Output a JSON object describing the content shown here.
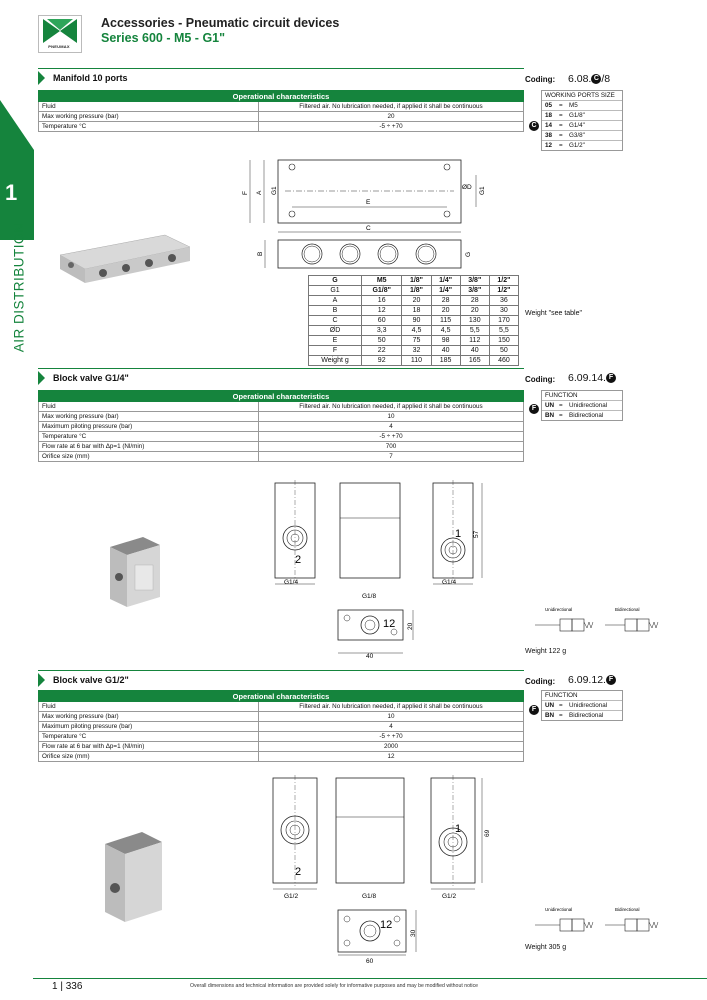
{
  "header": {
    "title": "Accessories - Pneumatic circuit devices",
    "subtitle": "Series 600 - M5 - G1\"",
    "logo_text": "PNEUMAX"
  },
  "sidebar": {
    "number": "1",
    "label": "AIR DISTRIBUTION"
  },
  "colors": {
    "brand": "#15843d"
  },
  "s1": {
    "title": "Manifold 10 ports",
    "coding_label": "Coding:",
    "coding_pre": "6.08.",
    "coding_badge": "C",
    "coding_post": "/8",
    "op_header": "Operational characteristics",
    "op": [
      [
        "Fluid",
        "Filtered air. No lubrication needed, if applied it shall be continuous"
      ],
      [
        "Max working pressure (bar)",
        "20"
      ],
      [
        "Temperature °C",
        "-5 ÷ +70"
      ]
    ],
    "code_badge": "C",
    "code_title": "WORKING PORTS SIZE",
    "codes": [
      [
        "05",
        "=",
        "M5"
      ],
      [
        "18",
        "=",
        "G1/8\""
      ],
      [
        "14",
        "=",
        "G1/4\""
      ],
      [
        "38",
        "=",
        "G3/8\""
      ],
      [
        "12",
        "=",
        "G1/2\""
      ]
    ],
    "dims": [
      [
        "G",
        "M5",
        "1/8\"",
        "1/4\"",
        "3/8\"",
        "1/2\""
      ],
      [
        "G1",
        "G1/8\"",
        "1/8\"",
        "1/4\"",
        "3/8\"",
        "1/2\""
      ],
      [
        "A",
        "16",
        "20",
        "28",
        "28",
        "36"
      ],
      [
        "B",
        "12",
        "18",
        "20",
        "20",
        "30"
      ],
      [
        "C",
        "60",
        "90",
        "115",
        "130",
        "170"
      ],
      [
        "ØD",
        "3,3",
        "4,5",
        "4,5",
        "5,5",
        "5,5"
      ],
      [
        "E",
        "50",
        "75",
        "98",
        "112",
        "150"
      ],
      [
        "F",
        "22",
        "32",
        "40",
        "40",
        "50"
      ],
      [
        "Weight g",
        "92",
        "110",
        "185",
        "165",
        "460"
      ]
    ],
    "weight": "Weight \"see table\"",
    "draw_labels": {
      "A": "A",
      "F": "F",
      "G1": "G1",
      "E": "E",
      "C": "C",
      "OD": "ØD",
      "B": "B",
      "G": "G"
    }
  },
  "s2": {
    "title": "Block valve G1/4\"",
    "coding_label": "Coding:",
    "coding_pre": "6.09.14.",
    "coding_badge": "F",
    "op_header": "Operational characteristics",
    "op": [
      [
        "Fluid",
        "Filtered air. No lubrication needed, if applied it shall be continuous"
      ],
      [
        "Max working pressure (bar)",
        "10"
      ],
      [
        "Maximum piloting pressure (bar)",
        "4"
      ],
      [
        "Temperature °C",
        "-5 ÷ +70"
      ],
      [
        "Flow rate at 6 bar with Δp=1 (Nl/min)",
        "700"
      ],
      [
        "Orifice size (mm)",
        "7"
      ]
    ],
    "code_badge": "F",
    "code_title": "FUNCTION",
    "codes": [
      [
        "UN",
        "=",
        "Unidirectional"
      ],
      [
        "BN",
        "=",
        "Bidirectional"
      ]
    ],
    "draw": {
      "port1": "1",
      "port2": "2",
      "port12": "12",
      "g_left": "G1/4",
      "g_right": "G1/4",
      "g_top": "G1/8",
      "dim_h": "57",
      "dim_w": "40",
      "dim_d": "20"
    },
    "sym_uni": "Unidirectional",
    "sym_bi": "Bidirectional",
    "weight": "Weight 122 g"
  },
  "s3": {
    "title": "Block valve G1/2\"",
    "coding_label": "Coding:",
    "coding_pre": "6.09.12.",
    "coding_badge": "F",
    "op_header": "Operational characteristics",
    "op": [
      [
        "Fluid",
        "Filtered air. No lubrication needed, if applied it shall be continuous"
      ],
      [
        "Max working pressure (bar)",
        "10"
      ],
      [
        "Maximum piloting pressure (bar)",
        "4"
      ],
      [
        "Temperature °C",
        "-5 ÷ +70"
      ],
      [
        "Flow rate at 6 bar with Δp=1 (Nl/min)",
        "2000"
      ],
      [
        "Orifice size (mm)",
        "12"
      ]
    ],
    "code_badge": "F",
    "code_title": "FUNCTION",
    "codes": [
      [
        "UN",
        "=",
        "Unidirectional"
      ],
      [
        "BN",
        "=",
        "Bidirectional"
      ]
    ],
    "draw": {
      "port1": "1",
      "port2": "2",
      "port12": "12",
      "g_left": "G1/2",
      "g_right": "G1/2",
      "g_top": "G1/8",
      "dim_h": "69",
      "dim_w": "60",
      "dim_d": "30"
    },
    "sym_uni": "Unidirectional",
    "sym_bi": "Bidirectional",
    "weight": "Weight 305 g"
  },
  "footer": {
    "page_num": "1",
    "page": "336",
    "note": "Overall dimensions and technical information are provided solely for informative purposes and may be modified without notice"
  }
}
